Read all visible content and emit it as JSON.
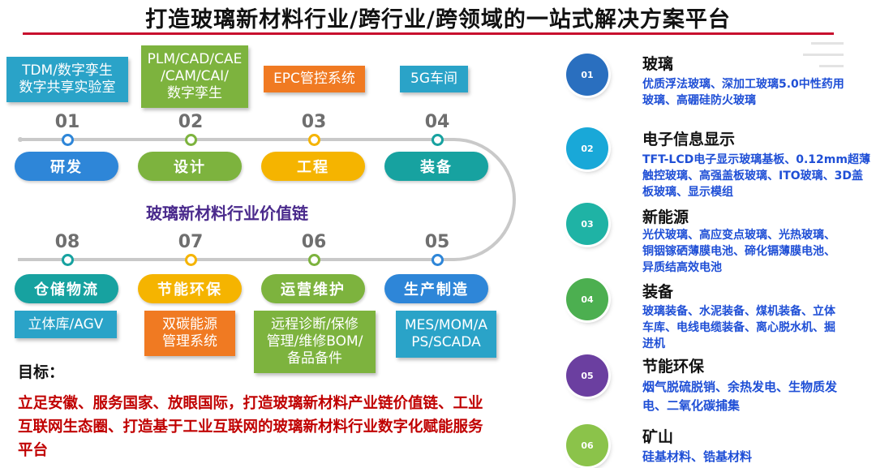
{
  "title": "打造玻璃新材料行业/跨行业/跨领域的一站式解决方案平台",
  "top_boxes": [
    {
      "text": "TDM/数字孪生\n数字共享实验室",
      "color": "#2aa3c8"
    },
    {
      "text": "PLM/CAD/CAE\n/CAM/CAI/\n数字孪生",
      "color": "#7db33e"
    },
    {
      "text": "EPC管控系统",
      "color": "#f07a22"
    },
    {
      "text": "5G车间",
      "color": "#2aa3c8"
    }
  ],
  "upper_nodes": [
    {
      "num": "01",
      "label": "研发",
      "color": "#2e86d8",
      "dot": "#2e86d8"
    },
    {
      "num": "02",
      "label": "设计",
      "color": "#7db33e",
      "dot": "#7db33e"
    },
    {
      "num": "03",
      "label": "工程",
      "color": "#f5b400",
      "dot": "#f5b400"
    },
    {
      "num": "04",
      "label": "装备",
      "color": "#17a2a0",
      "dot": "#17a2a0"
    }
  ],
  "chain_label": "玻璃新材料行业价值链",
  "lower_nodes": [
    {
      "num": "08",
      "label": "仓储物流",
      "color": "#17a2a0",
      "dot": "#17a2a0"
    },
    {
      "num": "07",
      "label": "节能环保",
      "color": "#f5b400",
      "dot": "#f5b400"
    },
    {
      "num": "06",
      "label": "运营维护",
      "color": "#7db33e",
      "dot": "#7db33e"
    },
    {
      "num": "05",
      "label": "生产制造",
      "color": "#2e86d8",
      "dot": "#2e86d8"
    }
  ],
  "bottom_boxes": [
    {
      "text": "立体库/AGV",
      "color": "#2aa3c8"
    },
    {
      "text": "双碳能源\n管理系统",
      "color": "#f07a22"
    },
    {
      "text": "远程诊断/保修\n管理/维修BOM/\n备品备件",
      "color": "#7db33e"
    },
    {
      "text": "MES/MOM/A\nPS/SCADA",
      "color": "#2aa3c8"
    }
  ],
  "goal_label": "目标：",
  "goal_text": "立足安徽、服务国家、放眼国际，打造玻璃新材料产业链价值链、工业互联网生态圈、打造基于工业互联网的玻璃新材料行业数字化赋能服务平台",
  "right_items": [
    {
      "num": "01",
      "title": "玻璃",
      "desc": "优质浮法玻璃、深加工玻璃5.0中性药用玻璃、高硼硅防火玻璃",
      "color": "#2a6fbf"
    },
    {
      "num": "02",
      "title": "电子信息显示",
      "desc": "TFT-LCD电子显示玻璃基板、0.12mm超薄触控玻璃、高强盖板玻璃、ITO玻璃、3D盖板玻璃、显示模组",
      "color": "#19a8d8"
    },
    {
      "num": "03",
      "title": "新能源",
      "desc": "光伏玻璃、高应变点玻璃、光热玻璃、铜铟镓硒薄膜电池、碲化镉薄膜电池、异质结高效电池",
      "color": "#1fb3a5"
    },
    {
      "num": "04",
      "title": "装备",
      "desc": "玻璃装备、水泥装备、煤机装备、立体车库、电线电缆装备、离心脱水机、掘进机",
      "color": "#4caf50"
    },
    {
      "num": "05",
      "title": "节能环保",
      "desc": "烟气脱硫脱销、余热发电、生物质发电、二氧化碳捕集",
      "color": "#6b3fa0"
    },
    {
      "num": "06",
      "title": "矿山",
      "desc": "硅基材料、锆基材料",
      "color": "#8bc34a"
    }
  ]
}
